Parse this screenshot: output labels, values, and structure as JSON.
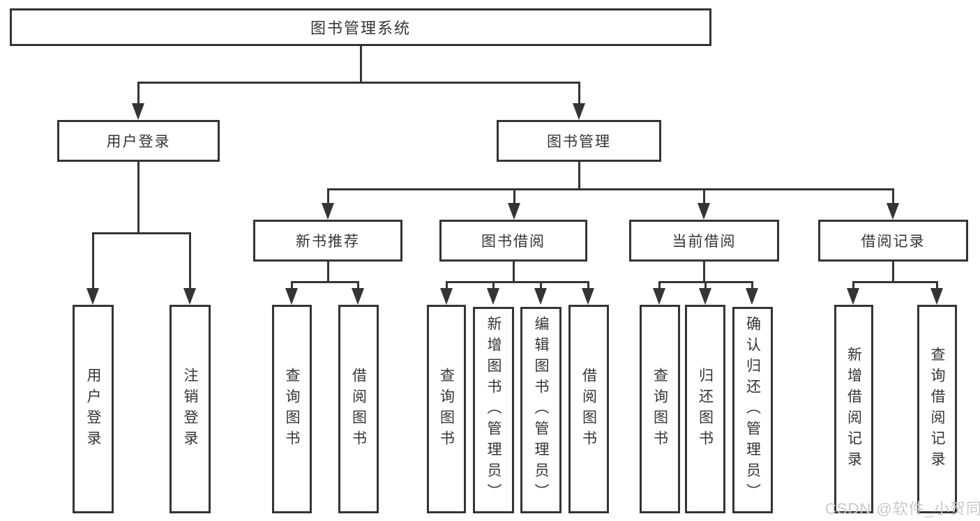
{
  "diagram": {
    "root": "图书管理系统",
    "level2": {
      "user_login": "用户登录",
      "book_mgmt": "图书管理"
    },
    "level3": {
      "new_book": "新书推荐",
      "book_borrow": "图书借阅",
      "current_borrow": "当前借阅",
      "borrow_records": "借阅记录"
    },
    "leaves": {
      "user_login": "用户登录",
      "logout": "注销登录",
      "newbook_query": "查询图书",
      "newbook_borrow": "借阅图书",
      "borrow_query": "查询图书",
      "borrow_add": "新增图书（管理员）",
      "borrow_edit": "编辑图书（管理员）",
      "borrow_borrow": "借阅图书",
      "current_query": "查询图书",
      "current_return": "归还图书",
      "current_confirm": "确认归还（管理员）",
      "records_add": "新增借阅记录",
      "records_query": "查询借阅记录"
    },
    "colors": {
      "line": "#343434",
      "text": "#353535",
      "background": "#ffffff"
    }
  },
  "watermark": {
    "text": "CSDN @软件_小贺同学",
    "color": "#c9c9c9"
  }
}
